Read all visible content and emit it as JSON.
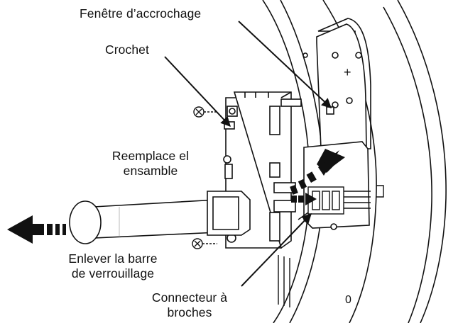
{
  "diagram": {
    "labels": {
      "window": "Fenêtre d’accrochage",
      "hook": "Crochet",
      "replace_line1": "Reemplace el",
      "replace_line2": "ensamble",
      "remove_line1": "Enlever la barre",
      "remove_line2": "de verrouillage",
      "connector_line1": "Connecteur à",
      "connector_line2": "broches"
    },
    "small_marks": {
      "plus": "+",
      "zero": "0"
    },
    "colors": {
      "line": "#111111",
      "background": "#ffffff",
      "shade": "#d9d9d9"
    }
  }
}
